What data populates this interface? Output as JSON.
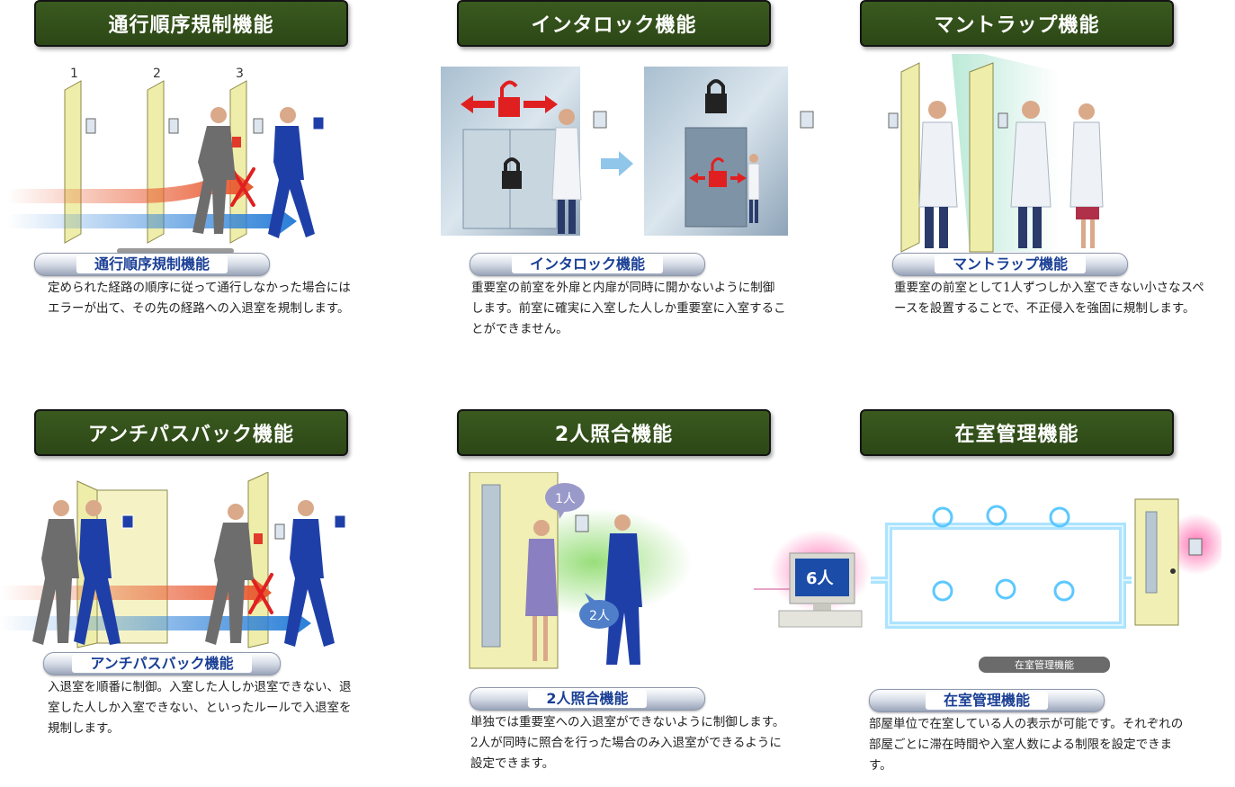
{
  "panels": [
    {
      "title": "通行順序規制機能",
      "label": "通行順序規制機能",
      "desc": "定められた経路の順序に従って通行しなかった場合にはエラーが出て、その先の経路への入退室を規制します。",
      "door_numbers": [
        "1",
        "2",
        "3"
      ]
    },
    {
      "title": "インタロック機能",
      "label": "インタロック機能",
      "desc": "重要室の前室を外扉と内扉が同時に開かないように制御します。前室に確実に入室した人しか重要室に入室することができません。"
    },
    {
      "title": "マントラップ機能",
      "label": "マントラップ機能",
      "desc": "重要室の前室として1人ずつしか入室できない小さなスペースを設置することで、不正侵入を強固に規制します。"
    },
    {
      "title": "アンチパスバック機能",
      "label": "アンチパスバック機能",
      "desc": "入退室を順番に制御。入室した人しか退室できない、退室した人しか入室できない、といったルールで入退室を規制します。"
    },
    {
      "title": "2人照合機能",
      "label": "2人照合機能",
      "desc": "単独では重要室への入退室ができないように制御します。2人が同時に照合を行った場合のみ入退室ができるように設定できます。",
      "bubble1": "1人",
      "bubble2": "2人"
    },
    {
      "title": "在室管理機能",
      "label": "在室管理機能",
      "desc": "部屋単位で在室している人の表示が可能です。それぞれの部屋ごとに滞在時間や入室人数による制限を設定できます。",
      "monitor_count": "6人",
      "small_caption": "在室管理機能"
    }
  ],
  "colors": {
    "title_bg": "#2c4716",
    "label_text": "#1a3f95",
    "arrow_red": "#e8582f",
    "arrow_blue": "#2a7fd8",
    "lock_red": "#e02020",
    "glow_blue": "#5cc8ff",
    "glow_pink": "#ff4fa0",
    "glow_green": "#7fd65a"
  }
}
